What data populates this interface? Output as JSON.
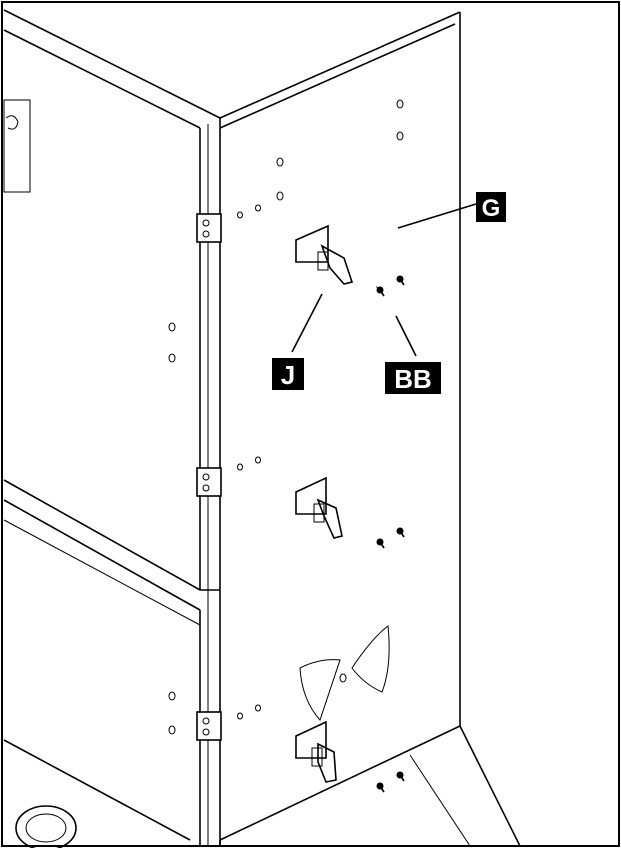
{
  "callouts": {
    "g": "G",
    "j": "J",
    "bb": "BB"
  },
  "colors": {
    "line": "#000000",
    "background": "#ffffff",
    "label_fill": "#000000",
    "label_text": "#ffffff"
  }
}
